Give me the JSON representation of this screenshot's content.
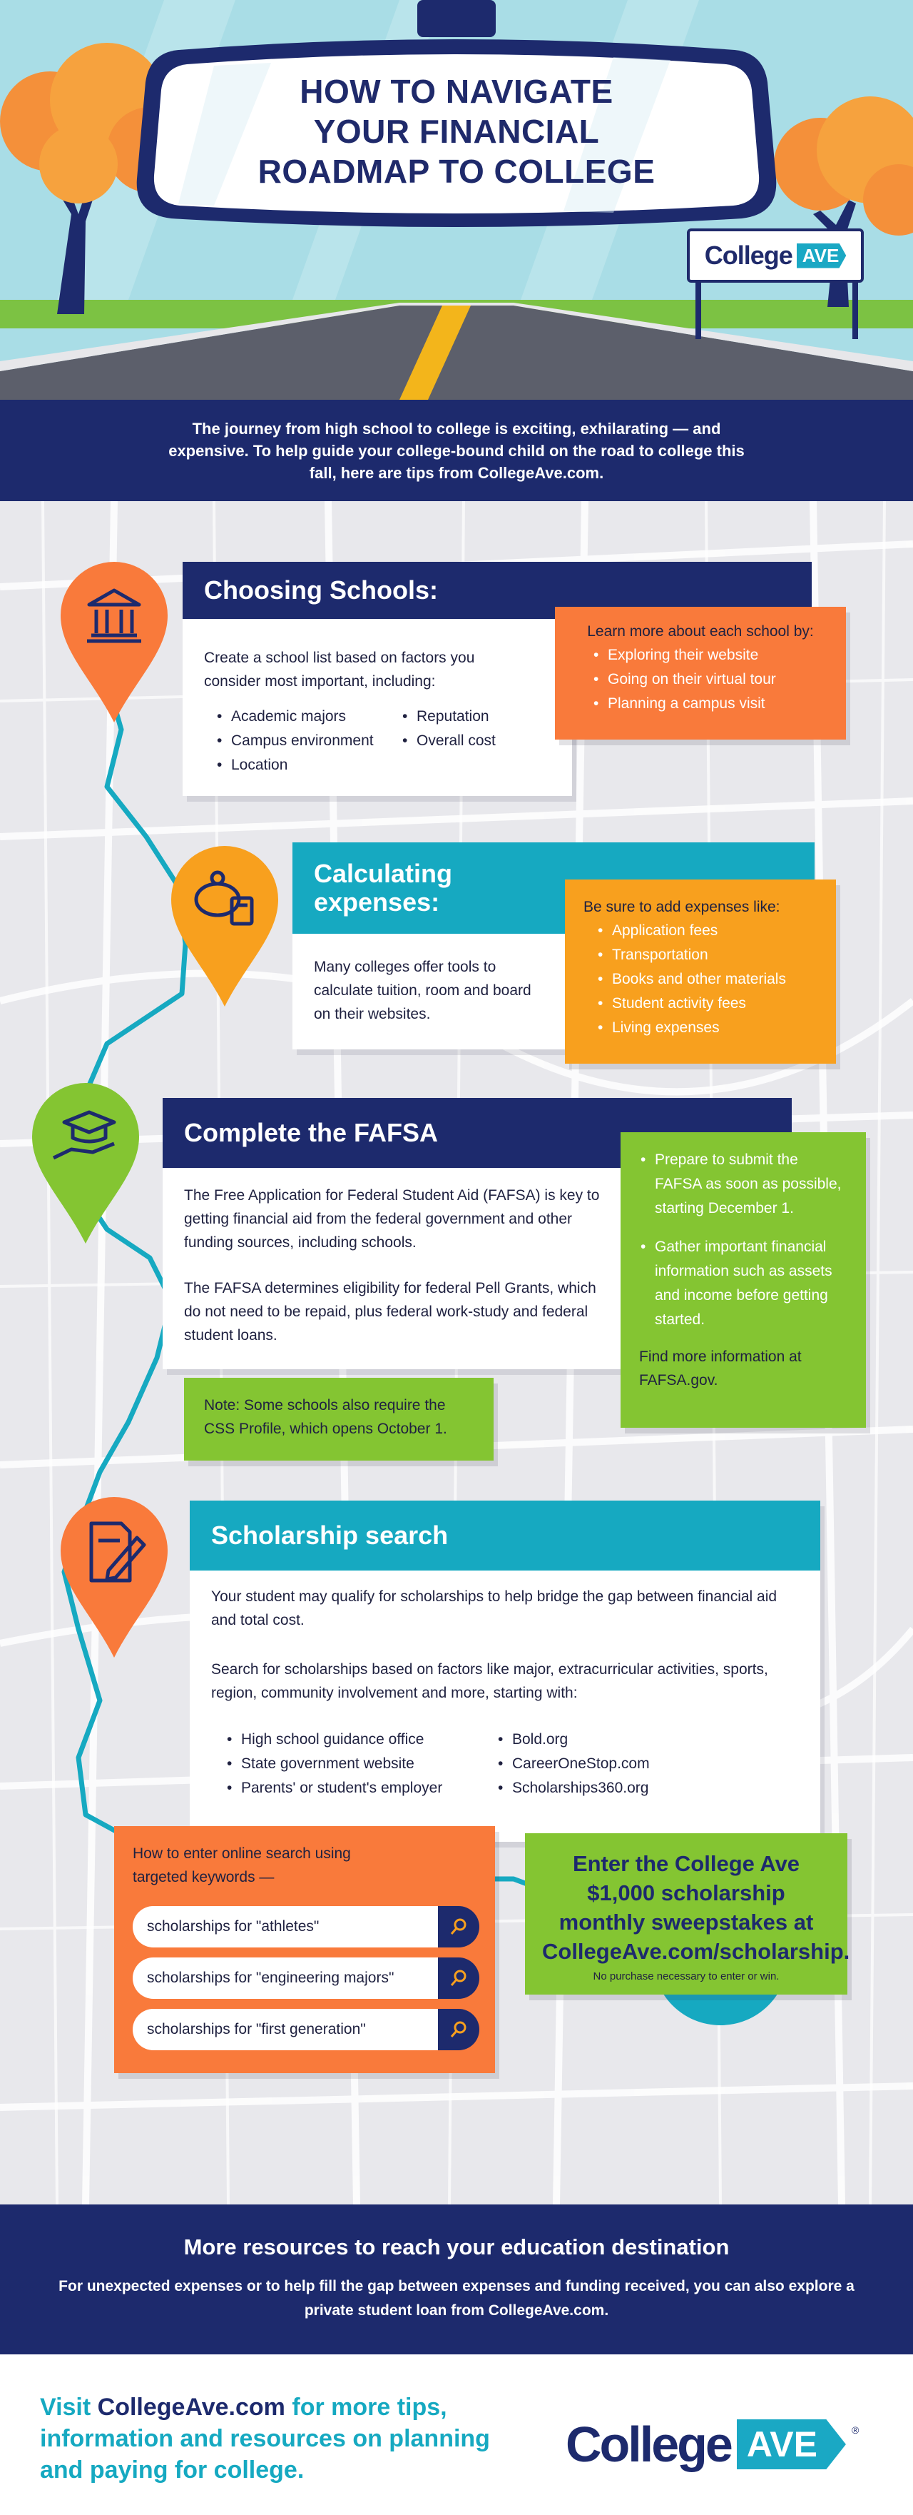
{
  "hero": {
    "title_lines": [
      "HOW TO NAVIGATE",
      "YOUR FINANCIAL",
      "ROADMAP TO COLLEGE"
    ],
    "sign": {
      "brand": "College",
      "badge": "AVE"
    }
  },
  "intro": {
    "text": "The journey from high school to college is exciting, exhilarating — and expensive. To help guide your college-bound child on the road to college this fall, here are tips from CollegeAve.com."
  },
  "choosing": {
    "title": "Choosing Schools:",
    "text": "Create a school list based on factors you consider most important, including:",
    "col1": [
      "Academic majors",
      "Campus environment",
      "Location"
    ],
    "col2": [
      "Reputation",
      "Overall cost"
    ],
    "aside_title": "Learn more about each school by:",
    "aside_items": [
      "Exploring their website",
      "Going on their virtual tour",
      "Planning a campus visit"
    ]
  },
  "expenses": {
    "title_lines": [
      "Calculating",
      "expenses:"
    ],
    "text": "Many colleges offer tools to calculate tuition, room and board on their websites.",
    "aside_title": "Be sure to add expenses like:",
    "aside_items": [
      "Application fees",
      "Transportation",
      "Books and other materials",
      "Student activity fees",
      "Living expenses"
    ]
  },
  "fafsa": {
    "title": "Complete the FAFSA",
    "p1": "The Free Application for Federal Student Aid (FAFSA) is key to getting financial aid from the federal government and other funding sources, including schools.",
    "p2": "The FAFSA determines eligibility for federal Pell Grants, which do not need to be repaid, plus federal work-study and federal student loans.",
    "aside_items": [
      "Prepare to submit the FAFSA as soon as possible, starting December 1.",
      "Gather important financial information such as assets and income before getting started."
    ],
    "aside_footer": "Find more information at FAFSA.gov.",
    "note": "Note: Some schools also require the CSS Profile, which opens October 1."
  },
  "scholarship": {
    "title": "Scholarship search",
    "p1": "Your student may qualify for scholarships to help bridge the gap between financial aid and total cost.",
    "p2": "Search for scholarships based on factors like major, extracurricular activities, sports, region, community involvement and more, starting with:",
    "col1": [
      "High school guidance office",
      "State government website",
      "Parents' or student's employer"
    ],
    "col2": [
      "Bold.org",
      "CareerOneStop.com",
      "Scholarships360.org"
    ],
    "search_title": "How to enter online search using targeted keywords —",
    "searches": [
      "scholarships for \"athletes\"",
      "scholarships for \"engineering majors\"",
      "scholarships for \"first generation\""
    ],
    "promo_title": "Enter the College Ave $1,000 scholarship monthly sweepstakes at CollegeAve.com/scholarship.",
    "promo_note": "No purchase necessary to enter or win."
  },
  "resources": {
    "title": "More resources to reach your education destination",
    "text": "For unexpected expenses or to help fill the gap between expenses and funding received, you can also explore a private student loan from CollegeAve.com."
  },
  "footer": {
    "lead": "Visit ",
    "site": "CollegeAve.com",
    "rest": " for more tips, information and resources on planning and paying for college.",
    "brand": "College",
    "badge": "AVE",
    "reg": "®"
  },
  "colors": {
    "navy": "#1d2a6d",
    "teal": "#16a9c1",
    "orange": "#f97a3b",
    "amber": "#f8a01e",
    "green": "#84c532"
  },
  "icons": [
    "bank-icon",
    "piggy-bank-calculator-icon",
    "graduation-cap-hand-icon",
    "document-pencil-icon",
    "school-building-icon",
    "search-icon"
  ]
}
